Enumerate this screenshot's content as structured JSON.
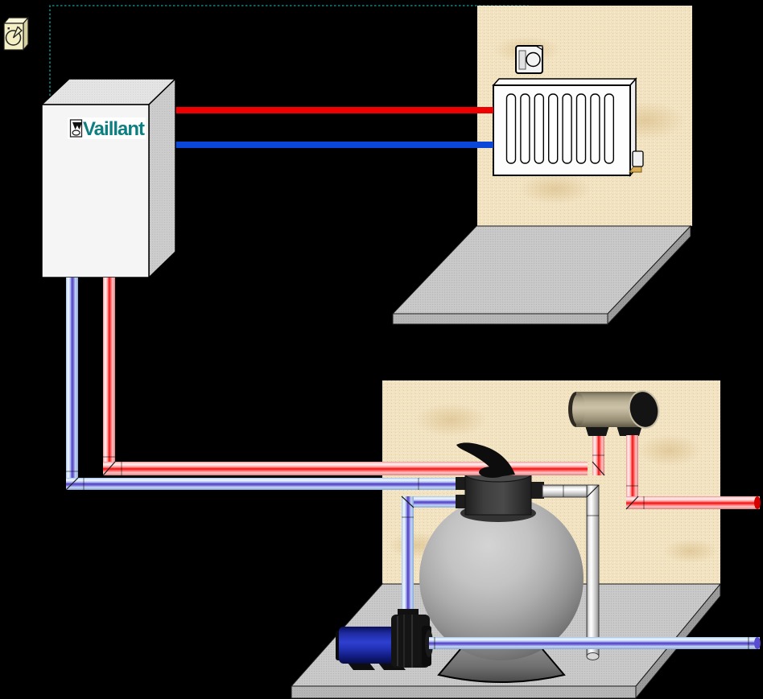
{
  "brand": {
    "logo_text": "Vaillant",
    "logo_color": "#0e7f81"
  },
  "radiator": {
    "fin_count": 8
  },
  "colors": {
    "background": "#000000",
    "wall": "#f2e3c2",
    "floor_top": "#c7c7c7",
    "floor_front": "#b6b6b6",
    "floor_side": "#9b9b9b",
    "control_wire": "#0e8680",
    "heating_flow_pipe": "#ee0000",
    "heating_return_pipe": "#0a46d8",
    "hot_pipe_core": "#f01010",
    "cold_pipe_core": "#4e40c4",
    "pool_pipe": "#ffffff",
    "boiler_front": "#f5f5f5",
    "heat_exchanger_body": "#b5ab91",
    "filter_body": "#ababab",
    "valve_body": "#3c3c3c",
    "pump_motor": "#2333b8",
    "dial_box": "#f4efc4"
  },
  "components": {
    "dial": "thermostat-dial-icon",
    "thermostat": "room-thermostat-icon",
    "boiler": "vaillant-boiler",
    "radiator": "panel-radiator",
    "heat_exchanger": "heat-exchanger",
    "filter": "sand-filter",
    "valve": "multiport-valve",
    "pump": "circulation-pump"
  }
}
